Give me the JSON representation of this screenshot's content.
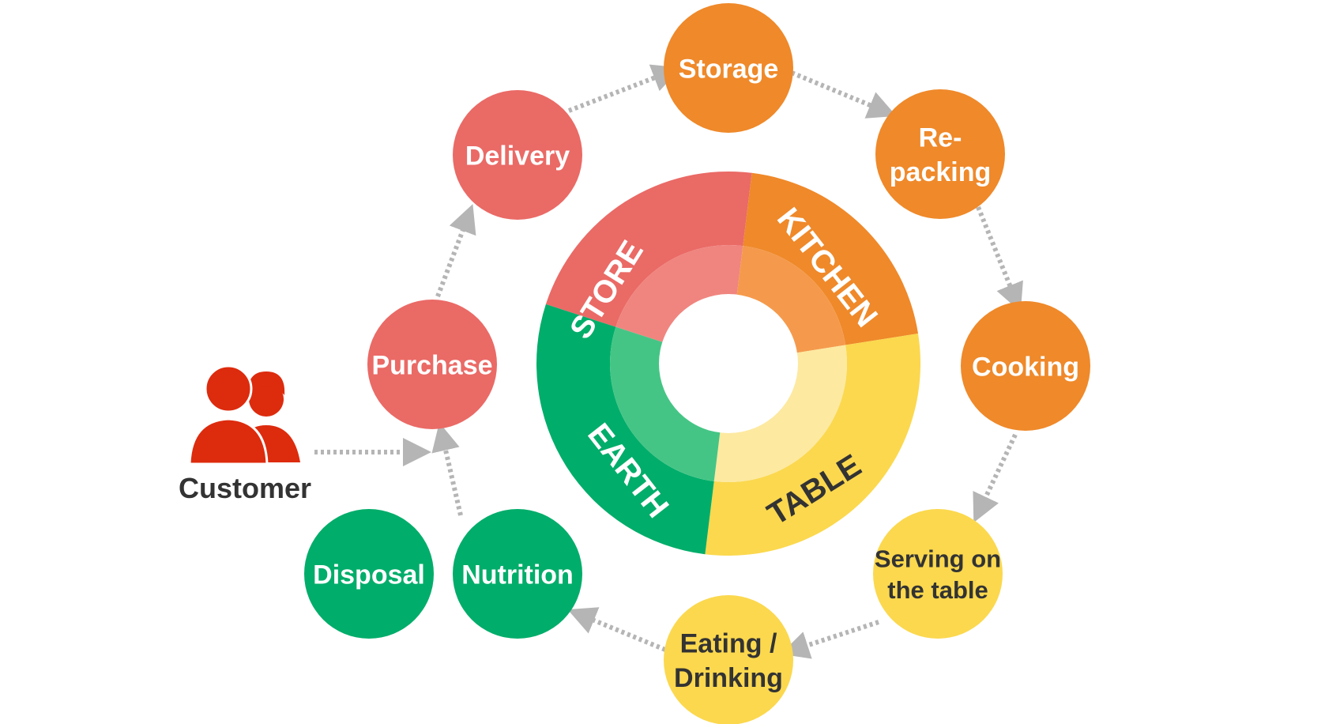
{
  "customer": {
    "label": "Customer",
    "icon": "customer-icon",
    "color": "#dd2b0e"
  },
  "segments": {
    "store": {
      "label": "STORE",
      "color": "#ea6a66",
      "inner": "#f0857f",
      "text": "#ffffff"
    },
    "kitchen": {
      "label": "KITCHEN",
      "color": "#ef892a",
      "inner": "#f59a4c",
      "text": "#ffffff"
    },
    "table": {
      "label": "TABLE",
      "color": "#fbd84e",
      "inner": "#fde9a0",
      "text": "#333333"
    },
    "earth": {
      "label": "EARTH",
      "color": "#00ad6a",
      "inner": "#45c585",
      "text": "#ffffff"
    }
  },
  "stages": [
    {
      "key": "storage",
      "lines": [
        "Storage"
      ],
      "color": "#ef892a",
      "text": "#ffffff"
    },
    {
      "key": "repacking",
      "lines": [
        "Re-",
        "packing"
      ],
      "color": "#ef892a",
      "text": "#ffffff"
    },
    {
      "key": "cooking",
      "lines": [
        "Cooking"
      ],
      "color": "#ef892a",
      "text": "#ffffff"
    },
    {
      "key": "serving",
      "lines": [
        "Serving on",
        "the table"
      ],
      "color": "#fbd84e",
      "text": "#333333"
    },
    {
      "key": "eating",
      "lines": [
        "Eating /",
        "Drinking"
      ],
      "color": "#fbd84e",
      "text": "#333333"
    },
    {
      "key": "nutrition",
      "lines": [
        "Nutrition"
      ],
      "color": "#00ad6a",
      "text": "#ffffff"
    },
    {
      "key": "disposal",
      "lines": [
        "Disposal"
      ],
      "color": "#00ad6a",
      "text": "#ffffff"
    },
    {
      "key": "purchase",
      "lines": [
        "Purchase"
      ],
      "color": "#ea6a66",
      "text": "#ffffff"
    },
    {
      "key": "delivery",
      "lines": [
        "Delivery"
      ],
      "color": "#ea6a66",
      "text": "#ffffff"
    }
  ],
  "connector_color": "#b5b5b5"
}
